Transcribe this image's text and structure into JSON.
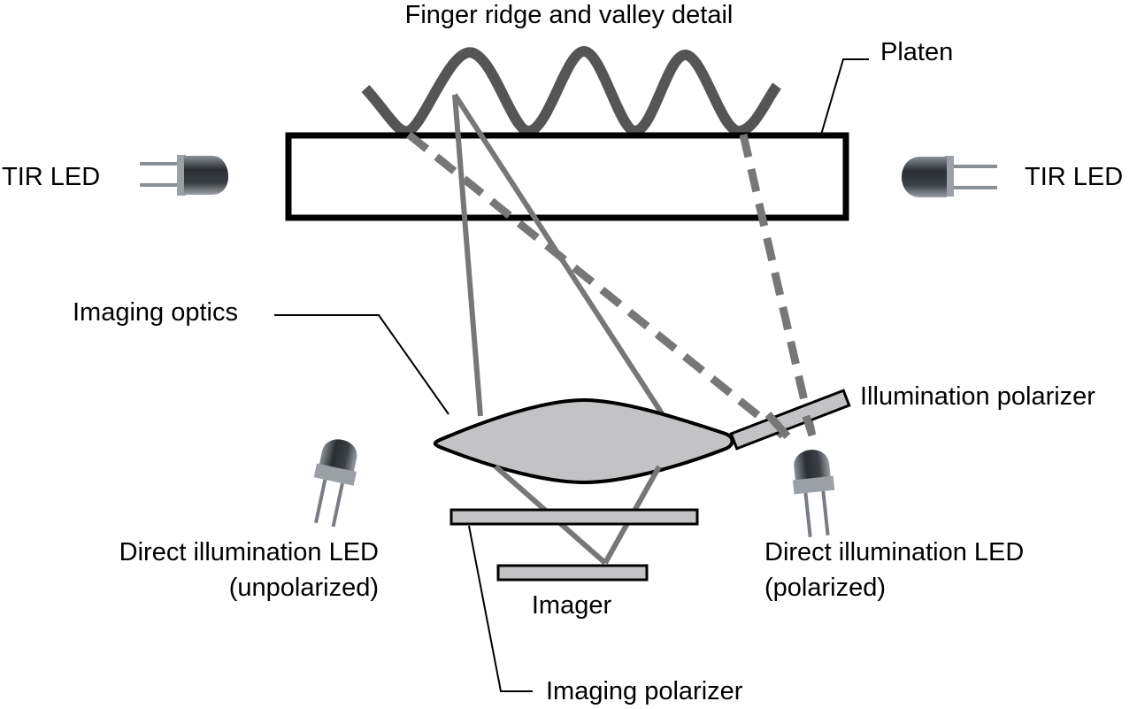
{
  "title": "Finger ridge and valley detail",
  "labels": {
    "platen": "Platen",
    "tir_led_left": "TIR LED",
    "tir_led_right": "TIR LED",
    "imaging_optics": "Imaging optics",
    "illumination_polarizer": "Illumination polarizer",
    "direct_led_unpolarized_line1": "Direct illumination LED",
    "direct_led_unpolarized_line2": "(unpolarized)",
    "direct_led_polarized_line1": "Direct illumination LED",
    "direct_led_polarized_line2": "(polarized)",
    "imager": "Imager",
    "imaging_polarizer": "Imaging polarizer"
  },
  "colors": {
    "ridge": "#555555",
    "ray": "#777777",
    "component_fill": "#c3c3c6",
    "outline": "#000000"
  }
}
